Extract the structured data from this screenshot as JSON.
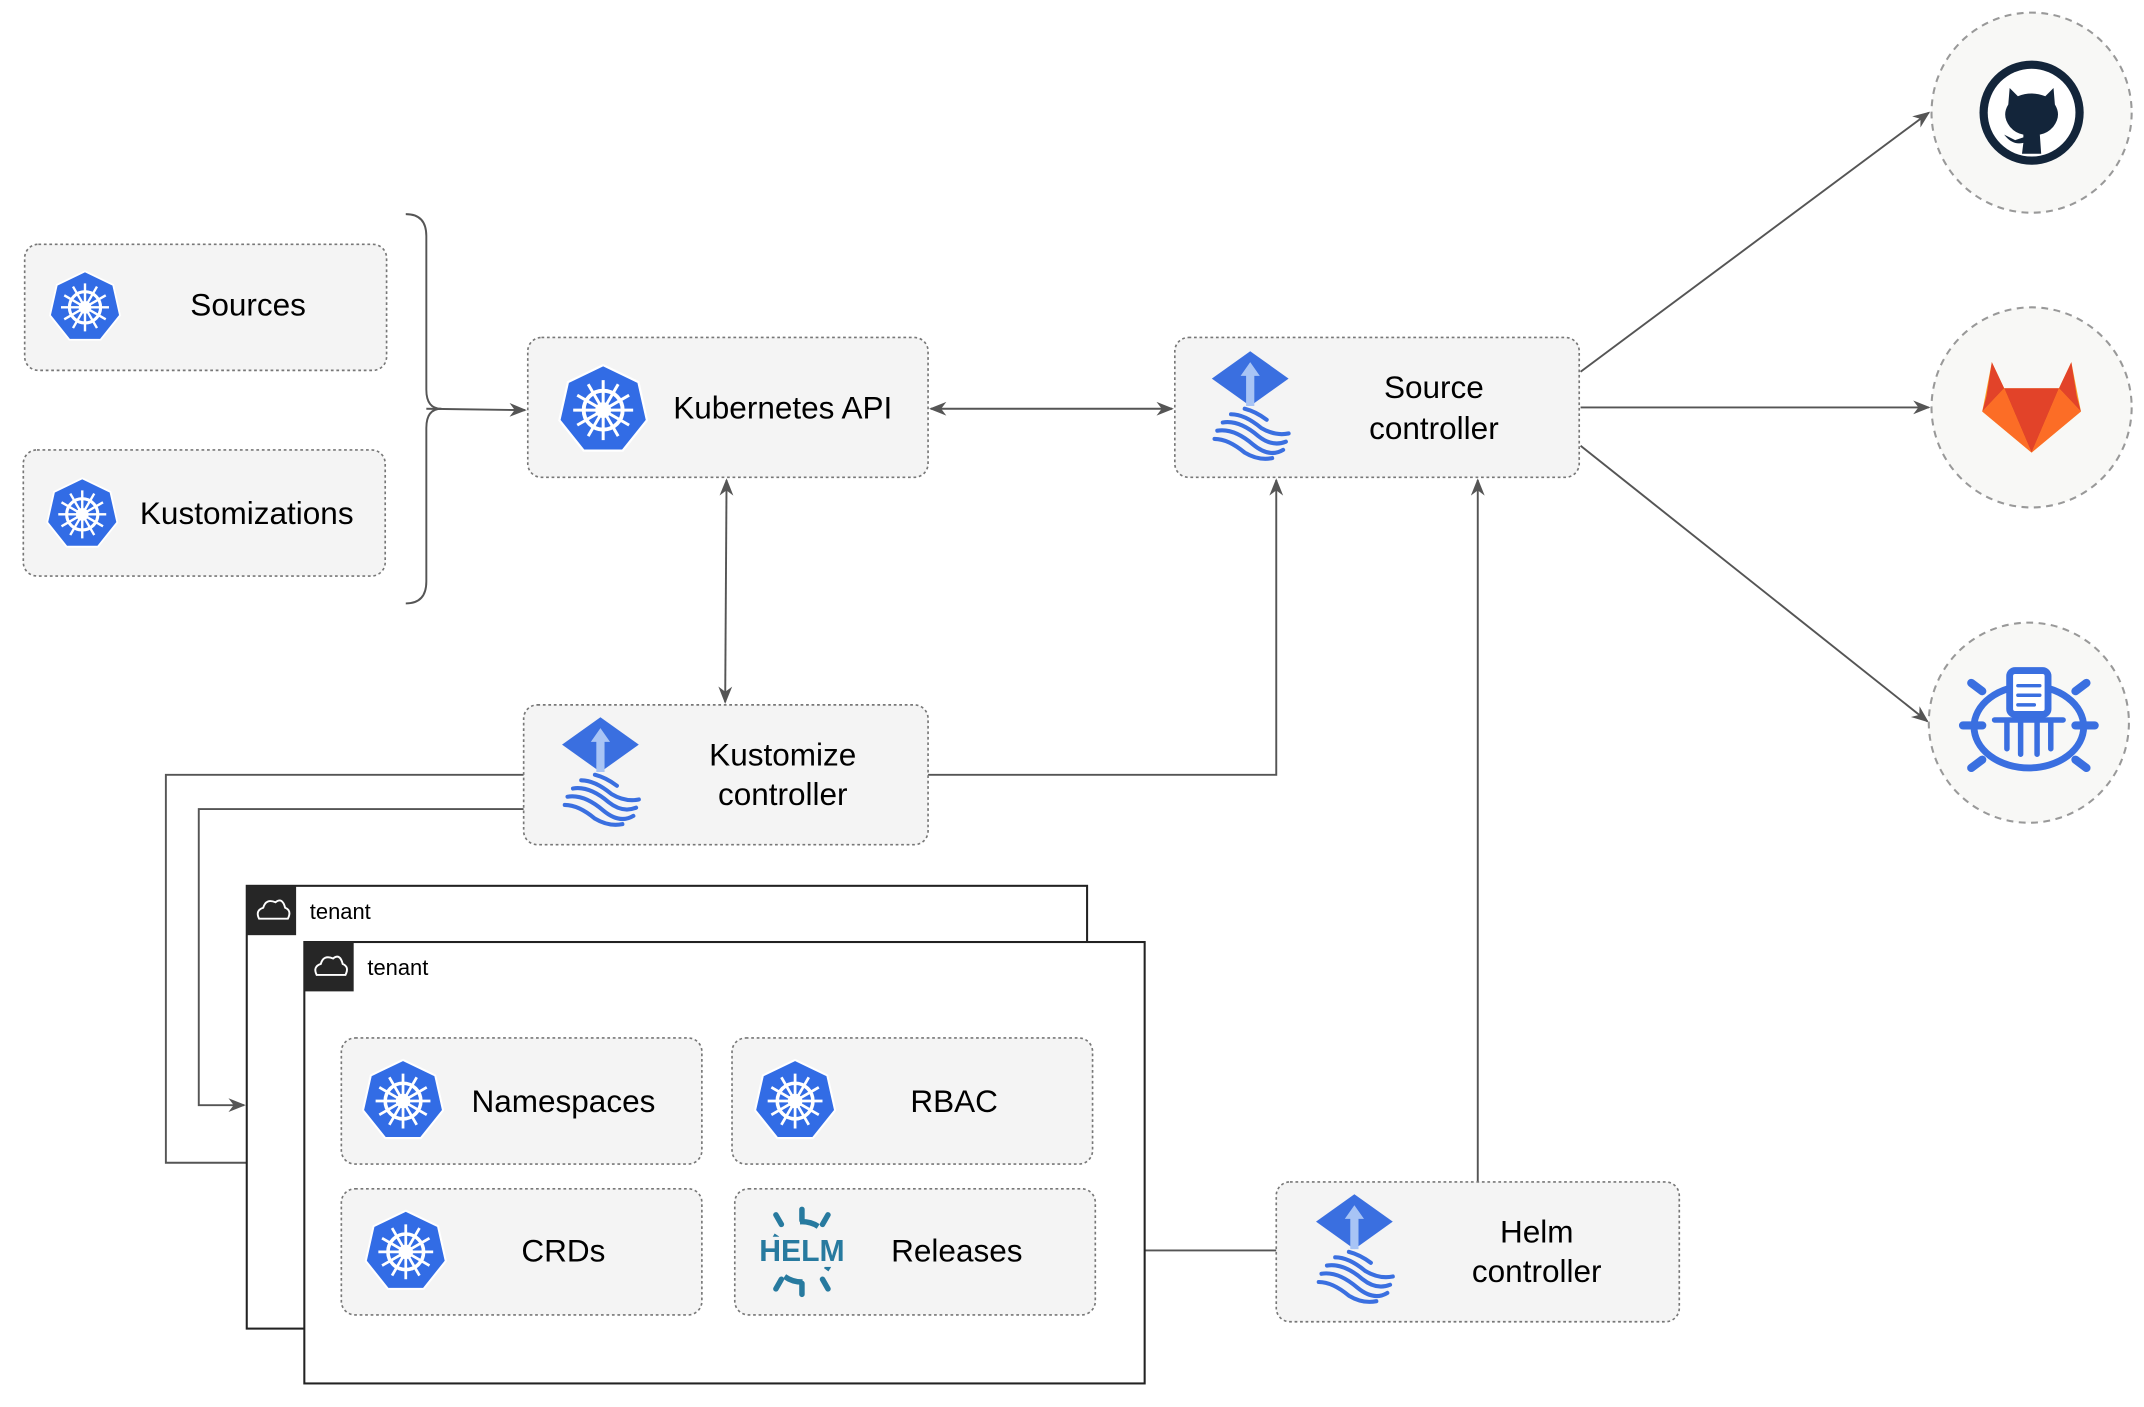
{
  "nodes": {
    "sources": "Sources",
    "kustomizations": "Kustomizations",
    "kubernetes_api": "Kubernetes API",
    "source_controller": [
      "Source",
      "controller"
    ],
    "kustomize_controller": [
      "Kustomize",
      "controller"
    ],
    "helm_controller": [
      "Helm",
      "controller"
    ],
    "namespaces": "Namespaces",
    "rbac": "RBAC",
    "crds": "CRDs",
    "releases": "Releases"
  },
  "tenants": [
    "tenant",
    "tenant"
  ],
  "logos": {
    "helm": "HELM"
  },
  "external_sources": [
    "github-icon",
    "gitlab-icon",
    "bucket-icon"
  ],
  "colors": {
    "kubernetes_blue": "#326ce5",
    "flux_blue": "#3a6fe0",
    "helm_blue": "#277a9f",
    "github_dark": "#13253a",
    "gitlab_orange": "#e24329",
    "gitlab_light": "#fca326",
    "edge": "#555555"
  }
}
